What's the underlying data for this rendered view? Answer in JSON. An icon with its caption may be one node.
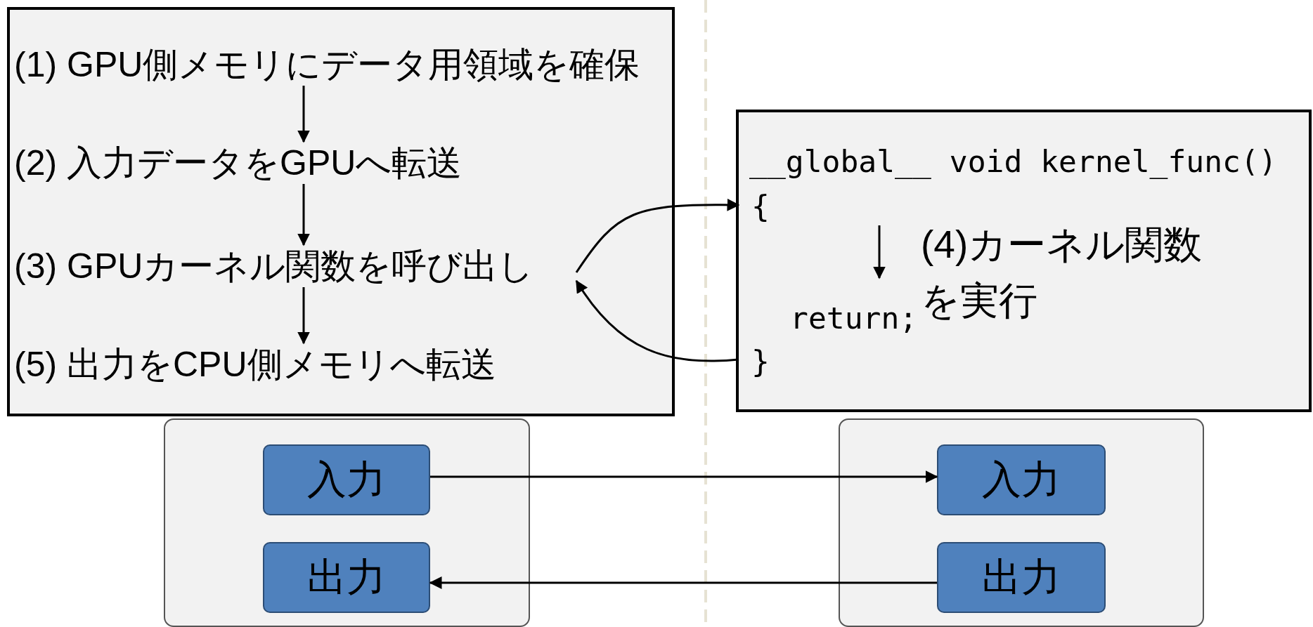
{
  "diagram": {
    "nodes": [
      {
        "text": [],
        "shape": "box"
      },
      {
        "text": [
          "(1) GPU側メモリにデータ用領域を確保"
        ],
        "in": 0
      },
      {
        "text": [
          "(2) 入力データをGPUへ転送"
        ],
        "in": 0
      },
      {
        "text": [
          "(3) GPUカーネル関数を呼び出し"
        ],
        "in": 0
      },
      {
        "text": [
          "(5) 出力をCPU側メモリへ転送"
        ],
        "in": 0
      },
      {
        "text": [],
        "shape": "box"
      },
      {
        "text": [
          "__global__ void kernel_func()"
        ],
        "in": 5
      },
      {
        "text": [
          "{"
        ],
        "in": 5
      },
      {
        "text": [
          "return;"
        ],
        "in": 5
      },
      {
        "text": [
          "}"
        ],
        "in": 5
      },
      {
        "text": [],
        "shape": "box"
      },
      {
        "text": [
          "入力"
        ],
        "in": 10
      },
      {
        "text": [
          "出力"
        ],
        "in": 10
      },
      {
        "text": [],
        "shape": "box"
      },
      {
        "text": [
          "入力"
        ],
        "in": 13
      },
      {
        "text": [
          "出力"
        ],
        "in": 13
      }
    ],
    "edges": [
      {
        "from": 1,
        "to": 2,
        "arrow": "to"
      },
      {
        "from": 2,
        "to": 3,
        "arrow": "to"
      },
      {
        "from": 3,
        "to": 4,
        "arrow": "to"
      },
      {
        "from": 3,
        "to": 7,
        "arrow": "to"
      },
      {
        "from": 9,
        "to": 3,
        "arrow": "to"
      },
      {
        "from": 11,
        "to": 14,
        "arrow": "to"
      },
      {
        "from": 15,
        "to": 12,
        "arrow": "to"
      }
    ],
    "labels": [
      "(4)カーネル関数を実行"
    ]
  }
}
